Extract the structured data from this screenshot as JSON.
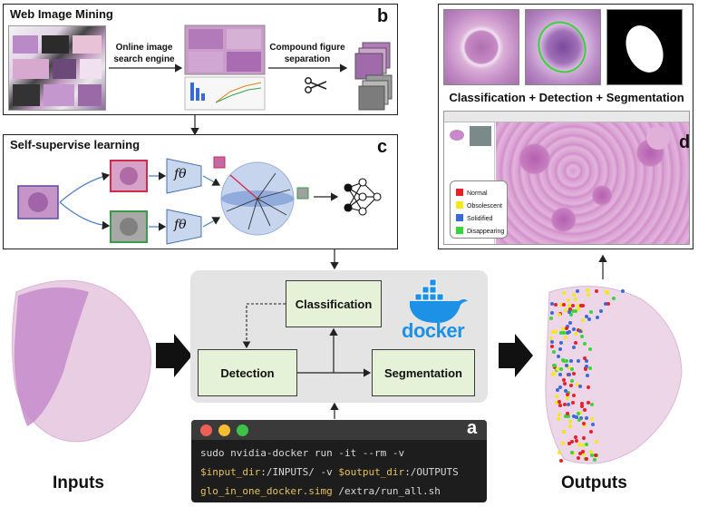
{
  "panel_b": {
    "title": "Web Image Mining",
    "label": "b",
    "search_caption": "Online image\nsearch engine",
    "separation_caption": "Compound figure\nseparation"
  },
  "panel_c": {
    "title": "Self-supervise learning",
    "label": "c",
    "encoder_symbol": "fθ"
  },
  "panel_d": {
    "label": "d",
    "heading": "Classification + Detection + Segmentation",
    "legend": [
      {
        "label": "Normal",
        "color": "#e8202a"
      },
      {
        "label": "Obsolescent",
        "color": "#f4e81a"
      },
      {
        "label": "Solidified",
        "color": "#3a6ad4"
      },
      {
        "label": "Disappearing",
        "color": "#3ad43a"
      }
    ]
  },
  "pipeline": {
    "classification": "Classification",
    "detection": "Detection",
    "segmentation": "Segmentation",
    "docker_logo": "docker"
  },
  "terminal": {
    "label": "a",
    "line1": "sudo nvidia-docker run -it --rm -v",
    "line2_a": "$input_dir",
    "line2_b": ":/INPUTS/ -v ",
    "line2_c": "$output_dir",
    "line2_d": ":/OUTPUTS",
    "line3_a": "glo_in_one_docker.simg ",
    "line3_b": "/extra/run_all.sh"
  },
  "inputs_label": "Inputs",
  "outputs_label": "Outputs",
  "colors": {
    "tissue_pink": "#d9a6cf",
    "tissue_purple": "#9b5ea8",
    "pipeline_bg": "#e4e4e4",
    "box_green": "#e6f2d8",
    "docker_blue": "#1d91e6"
  }
}
